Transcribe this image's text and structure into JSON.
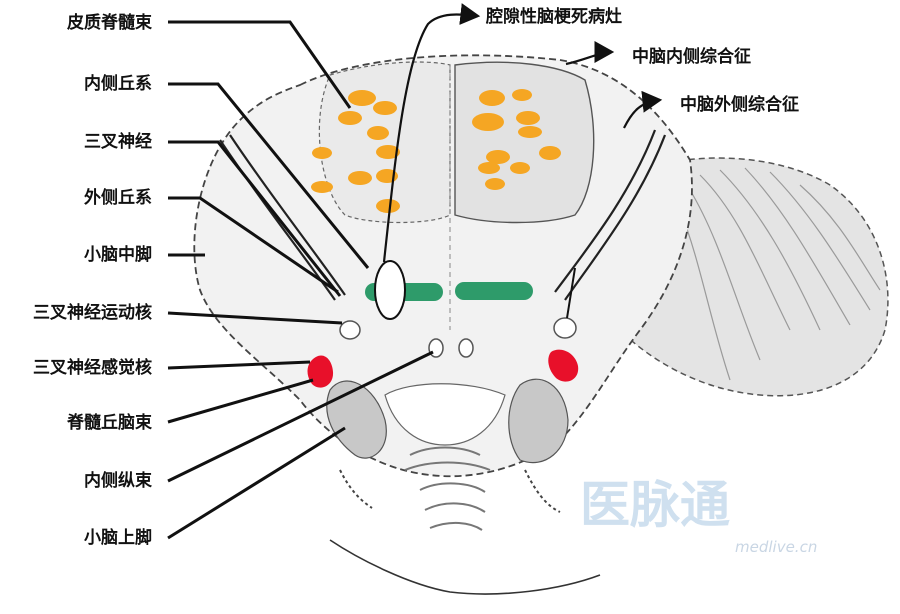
{
  "diagram": {
    "left_labels": [
      {
        "id": "corticospinal",
        "text": "皮质脊髓束"
      },
      {
        "id": "medial_lemniscus",
        "text": "内侧丘系"
      },
      {
        "id": "trigeminal_nerve",
        "text": "三叉神经"
      },
      {
        "id": "lateral_lemniscus",
        "text": "外侧丘系"
      },
      {
        "id": "middle_cerebellar_peduncle",
        "text": "小脑中脚"
      },
      {
        "id": "trigeminal_motor_nucleus",
        "text": "三叉神经运动核"
      },
      {
        "id": "trigeminal_sensory_nucleus",
        "text": "三叉神经感觉核"
      },
      {
        "id": "spinothalamic",
        "text": "脊髓丘脑束"
      },
      {
        "id": "mlf",
        "text": "内侧纵束"
      },
      {
        "id": "superior_cerebellar_peduncle",
        "text": "小脑上脚"
      }
    ],
    "right_labels": [
      {
        "id": "lacunar",
        "text": "腔隙性脑梗死病灶"
      },
      {
        "id": "medial_syndrome",
        "text": "中脑内侧综合征"
      },
      {
        "id": "lateral_syndrome",
        "text": "中脑外侧综合征"
      }
    ],
    "colors": {
      "corticospinal": "#f5a623",
      "medial_lemniscus": "#2e9b6a",
      "sensory_nucleus": "#e8102a",
      "outline": "#111111",
      "shade": "#cfcfcf"
    },
    "watermark": {
      "main": "医脉通",
      "sub": "medlive.cn"
    }
  }
}
